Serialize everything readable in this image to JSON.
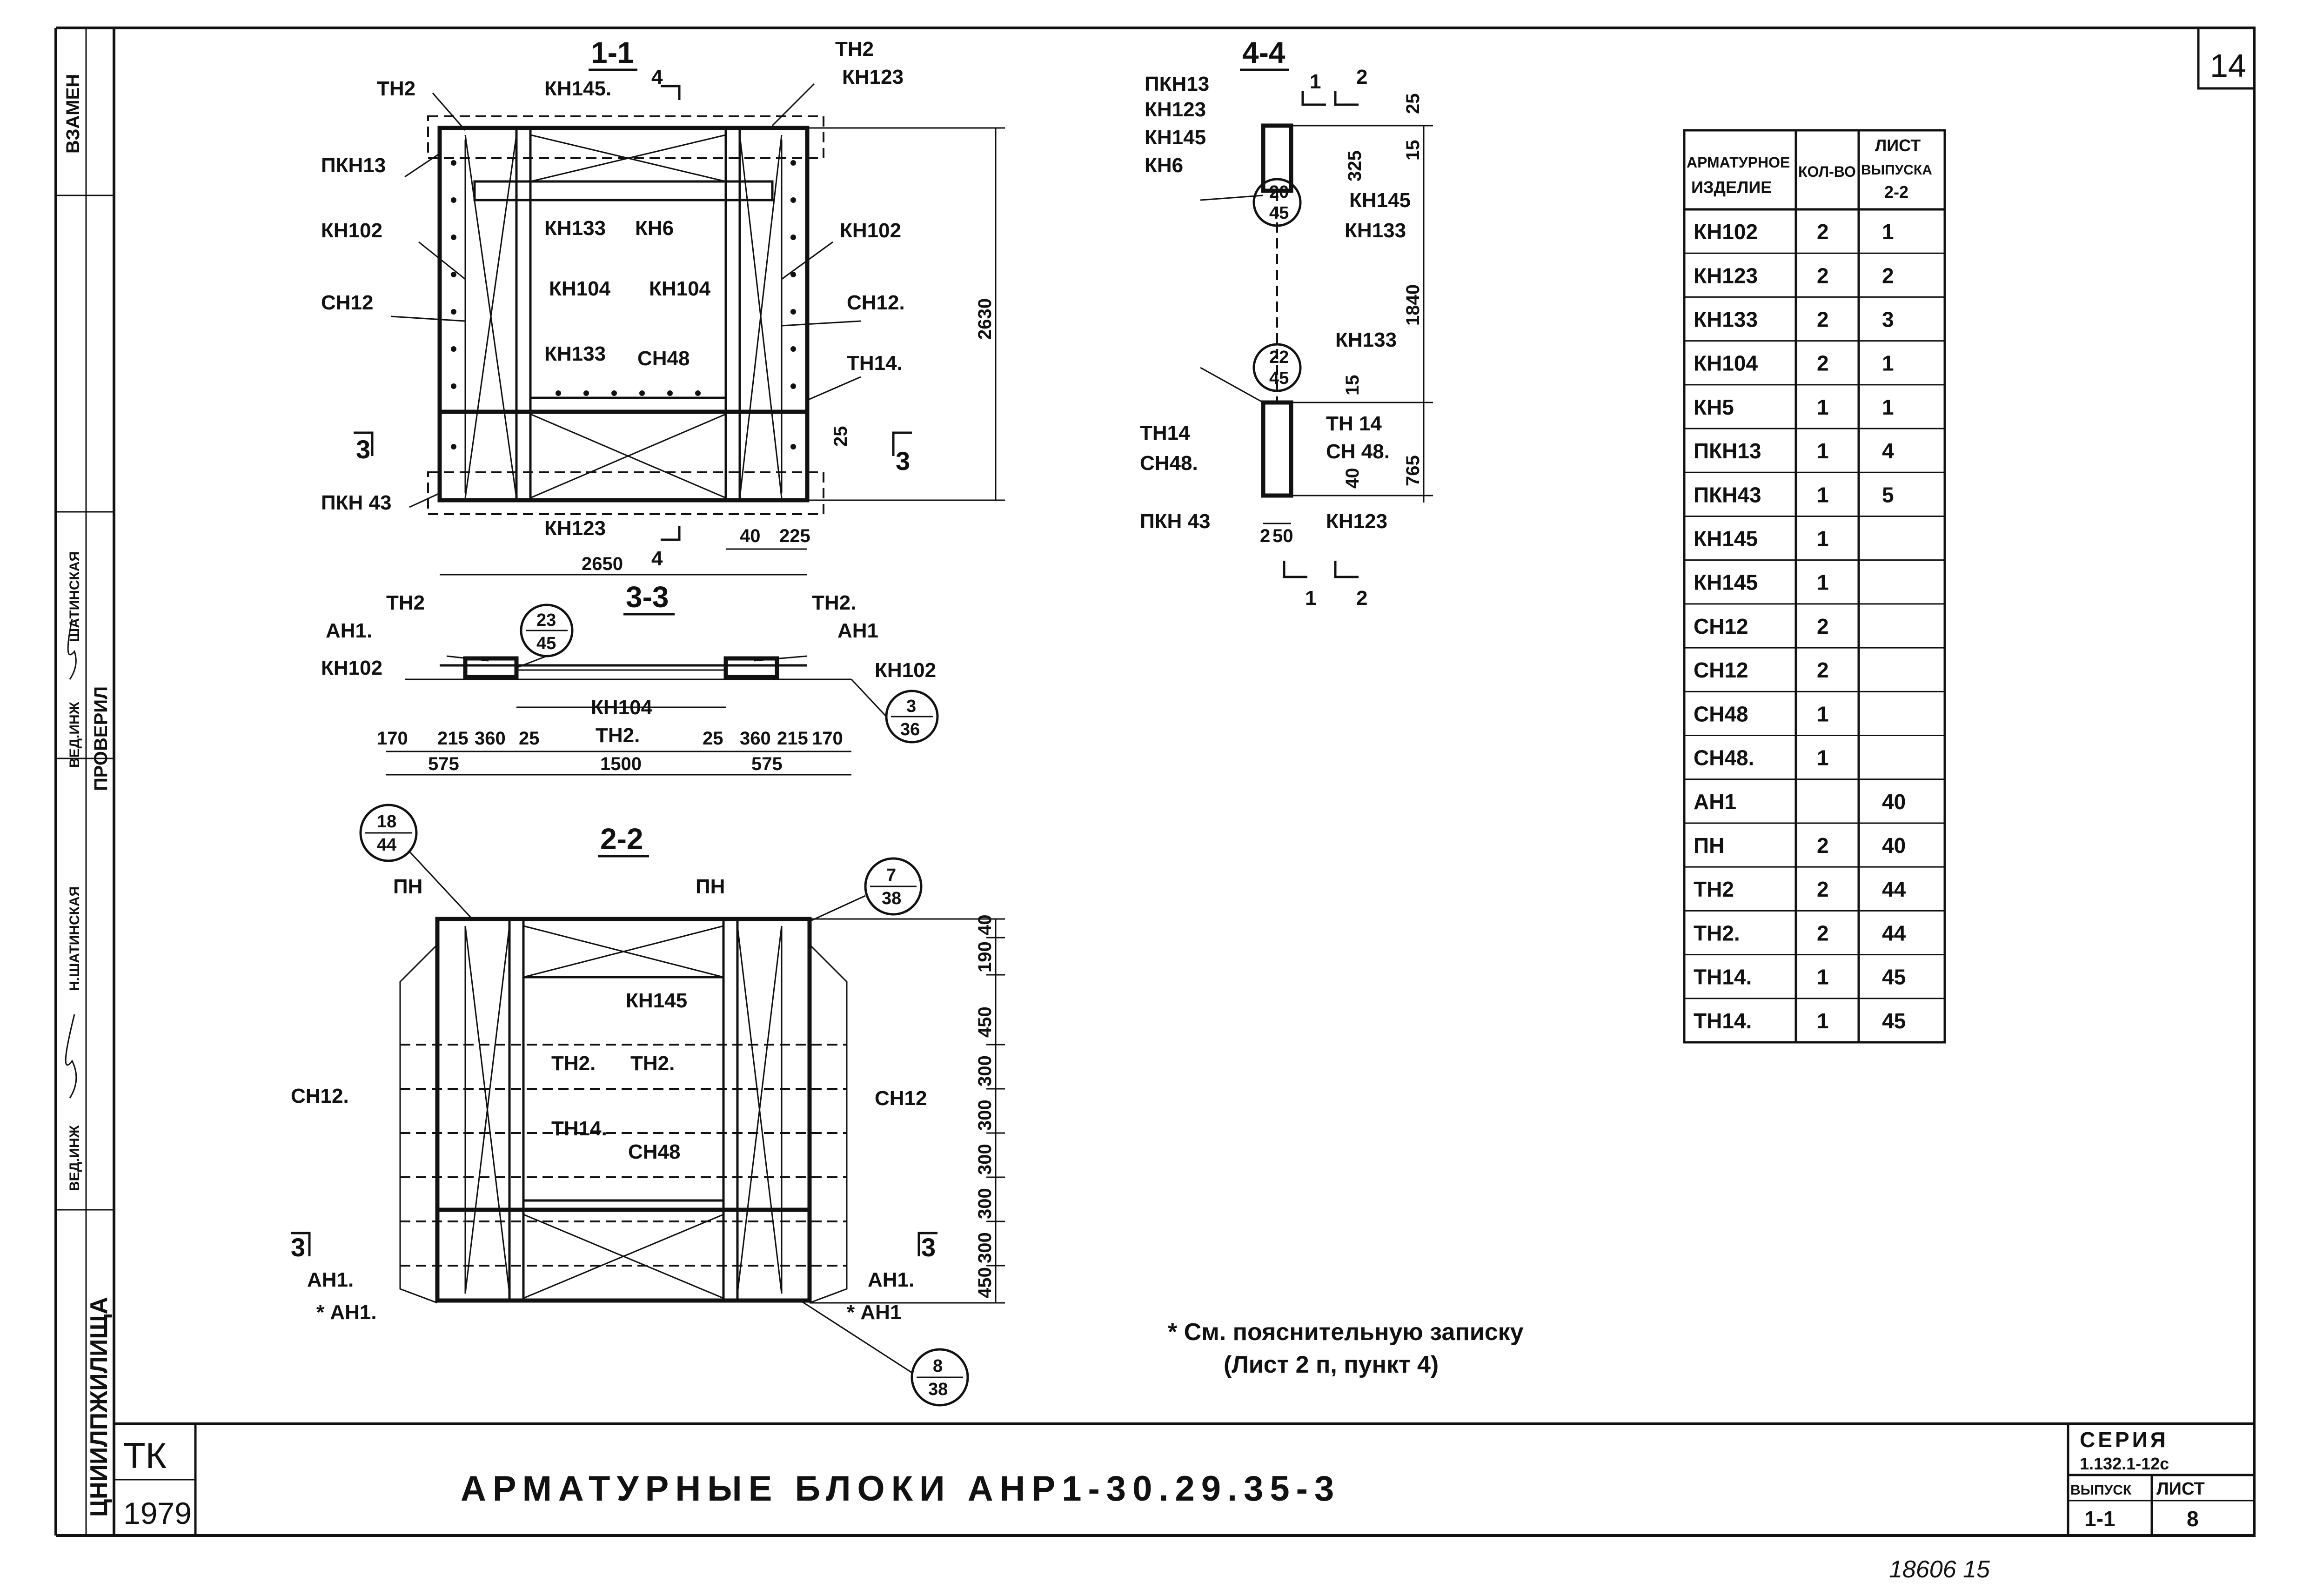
{
  "sheet": {
    "sheet_no": "14",
    "title": "АРМАТУРНЫЕ БЛОКИ АНР1-30.29.35-3",
    "footnote_line1": "* См. пояснительную записку",
    "footnote_line2": "(Лист 2 п, пункт 4)",
    "bottom_handwritten": "18606  15"
  },
  "title_block": {
    "tk": "ТК",
    "year": "1979",
    "seria_label": "СЕРИЯ",
    "seria_value": "1.132.1-12с",
    "vypusk_label": "ВЫПУСК",
    "vypusk_value": "1-1",
    "list_label": "ЛИСТ",
    "list_value": "8"
  },
  "side_strip": {
    "vzamen": "ВЗАМЕН",
    "proveril": "ПРОВЕРИЛ",
    "ved_inzh_1": "ВЕД.ИНЖ",
    "ved_inzh_2": "ВЕД.ИНЖ",
    "shatinskaya_1": "ШАТИНСКАЯ",
    "shatinskaya_2": "Н.ШАТИНСКАЯ",
    "org": "ЦНИИЛПЖИЛИЩА"
  },
  "sections": {
    "s11": "1-1",
    "s44": "4-4",
    "s33": "3-3",
    "s22": "2-2"
  },
  "v11": {
    "th2_l": "ТН2",
    "th2_r": "ТН2",
    "kh145": "КН145.",
    "kh123_t": "КН123",
    "pkh13": "ПКН13",
    "kh102_l": "КН102",
    "kh102_r": "КН102",
    "kh133_t": "КН133",
    "kh6": "КН6",
    "ch12_l": "СН12",
    "ch12_r": "СН12.",
    "kh104_l": "КН104",
    "kh104_r": "КН104",
    "kh133_m": "КН133",
    "ch48": "СН48",
    "th14": "ТН14.",
    "pkh43": "ПКН 43",
    "kh123_b": "КН123",
    "d2650_w": "2650",
    "d2630_h": "2630",
    "d25": "25",
    "d40": "40",
    "d225": "225",
    "cut3": "3",
    "cut4": "4"
  },
  "v44": {
    "pkh13": "ПКН13",
    "kh123": "КН123",
    "kh145": "КН145",
    "kh6": "КН6",
    "kh145_r": "КН145",
    "kh133_r": "КН133",
    "kh133_b": "КН133",
    "th14_l": "ТН14",
    "ch48_l": "СН48.",
    "pkh43": "ПКН 43",
    "th14_r": "ТН 14",
    "ch48_r": "СН 48.",
    "kh123_r": "КН123",
    "b1_top": "20",
    "b1_bot": "45",
    "b2_top": "22",
    "b2_bot": "45",
    "d25": "25",
    "d325": "325",
    "d15": "15",
    "d1840": "1840",
    "d15b": "15",
    "d40": "40",
    "d765": "765",
    "d2": "2",
    "d50": "50",
    "cut1": "1",
    "cut2": "2"
  },
  "v33": {
    "th2_l": "ТН2",
    "th2_r": "ТН2.",
    "ah1_l": "АН1.",
    "ah1_r": "АН1",
    "kh102_l": "КН102",
    "kh102_r": "КН102",
    "kh104": "КН104",
    "th2_m": "ТН2.",
    "b1_top": "23",
    "b1_bot": "45",
    "b2_top": "3",
    "b2_bot": "36",
    "d170a": "170",
    "d215a": "215",
    "d360a": "360",
    "d25a": "25",
    "d25b": "25",
    "d360b": "360",
    "d215b": "215",
    "d170b": "170",
    "d575a": "575",
    "d1500": "1500",
    "d575b": "575"
  },
  "v22": {
    "ph_l": "ПН",
    "ph_r": "ПН",
    "kh145": "КН145",
    "th2_a": "ТН2.",
    "th2_b": "ТН2.",
    "th14": "ТН14.",
    "ch48": "СН48",
    "ch12_l": "СН12.",
    "ch12_r": "СН12",
    "ah1_l": "АН1.",
    "ah1_r": "АН1.",
    "ah1_ls": "* АН1.",
    "ah1_rs": "* АН1",
    "b1_top": "18",
    "b1_bot": "44",
    "b2_top": "7",
    "b2_bot": "38",
    "b3_top": "8",
    "b3_bot": "38",
    "dims": [
      "40",
      "190",
      "450",
      "300",
      "300",
      "300",
      "300",
      "300",
      "450"
    ],
    "cut3": "3"
  },
  "table": {
    "headers": [
      "АРМАТУРНОЕ ИЗДЕЛИЕ",
      "КОЛ-ВО",
      "ЛИСТ ВЫПУСКА 2-2"
    ],
    "rows": [
      [
        "КН102",
        "2",
        "1"
      ],
      [
        "КН123",
        "2",
        "2"
      ],
      [
        "КН133",
        "2",
        "3"
      ],
      [
        "КН104",
        "2",
        "1"
      ],
      [
        "КН5",
        "1",
        "1"
      ],
      [
        "ПКН13",
        "1",
        "4"
      ],
      [
        "ПКН43",
        "1",
        "5"
      ],
      [
        "КН145",
        "1",
        ""
      ],
      [
        "КН145",
        "1",
        ""
      ],
      [
        "СН12",
        "2",
        ""
      ],
      [
        "СН12",
        "2",
        ""
      ],
      [
        "СН48",
        "1",
        ""
      ],
      [
        "СН48.",
        "1",
        ""
      ],
      [
        "АН1",
        "",
        "40"
      ],
      [
        "ПН",
        "2",
        "40"
      ],
      [
        "ТН2",
        "2",
        "44"
      ],
      [
        "ТН2.",
        "2",
        "44"
      ],
      [
        "ТН14.",
        "1",
        "45"
      ],
      [
        "ТН14.",
        "1",
        "45"
      ]
    ]
  }
}
